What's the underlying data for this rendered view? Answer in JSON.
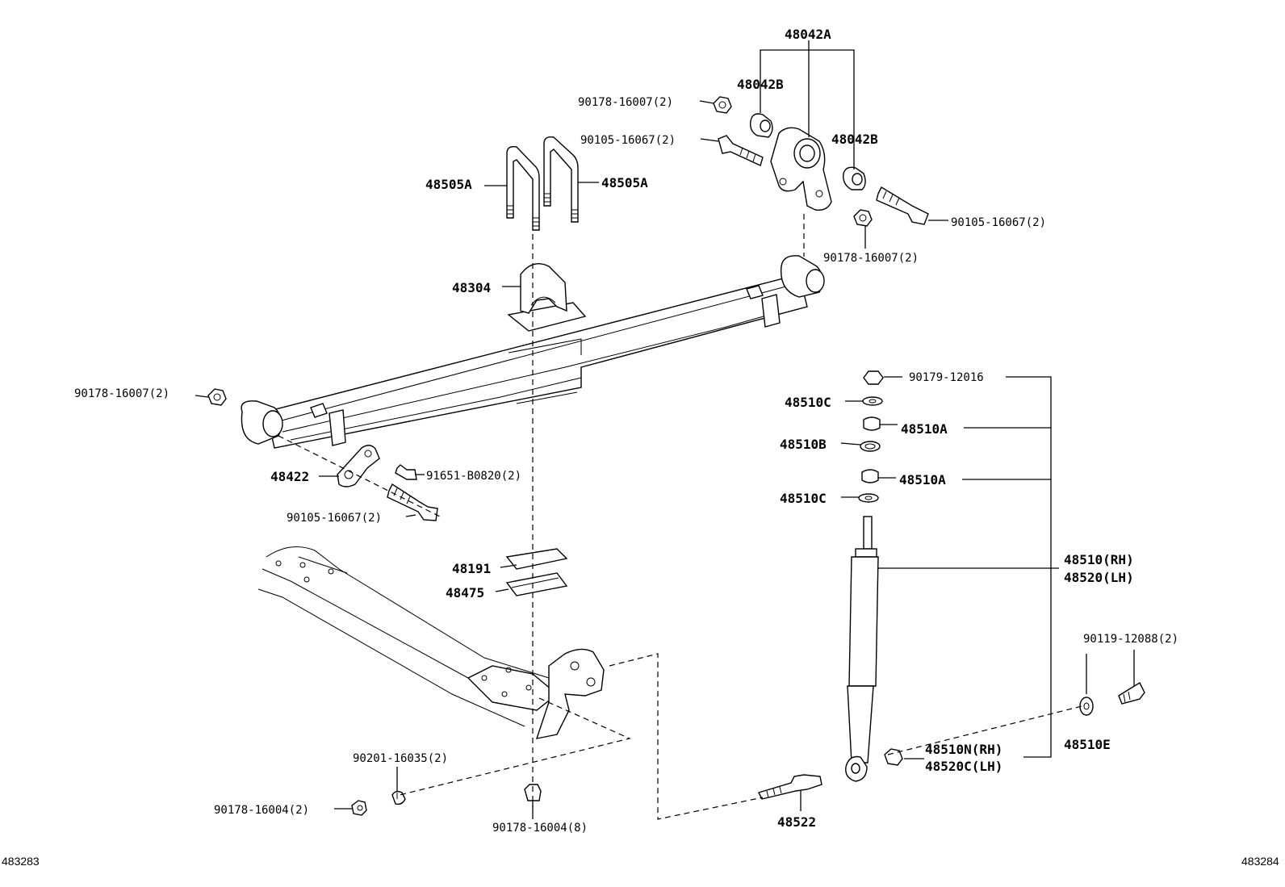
{
  "corner_ids": {
    "left": "483283",
    "right": "483284"
  },
  "labels": {
    "l48042A": "48042A",
    "l48042B_1": "48042B",
    "l48042B_2": "48042B",
    "l90178_16007_top": "90178-16007(2)",
    "l90105_16067_top": "90105-16067(2)",
    "l48505A_left": "48505A",
    "l48505A_right": "48505A",
    "l90105_16067_right": "90105-16067(2)",
    "l90178_16007_right": "90178-16007(2)",
    "l48304": "48304",
    "l90178_16007_left": "90178-16007(2)",
    "l48422": "48422",
    "l91651_B0820": "91651-B0820(2)",
    "l90105_16067_bottom": "90105-16067(2)",
    "l48191": "48191",
    "l48475": "48475",
    "l90201_16035": "90201-16035(2)",
    "l90178_16004_2": "90178-16004(2)",
    "l90178_16004_8": "90178-16004(8)",
    "l90179_12016": "90179-12016",
    "l48510C_1": "48510C",
    "l48510A_1": "48510A",
    "l48510B": "48510B",
    "l48510A_2": "48510A",
    "l48510C_2": "48510C",
    "l48510_RH": "48510(RH)",
    "l48520_LH": "48520(LH)",
    "l90119_12088": "90119-12088(2)",
    "l48510N_RH": "48510N(RH)",
    "l48520C_LH": "48520C(LH)",
    "l48510E": "48510E",
    "l48522": "48522"
  }
}
